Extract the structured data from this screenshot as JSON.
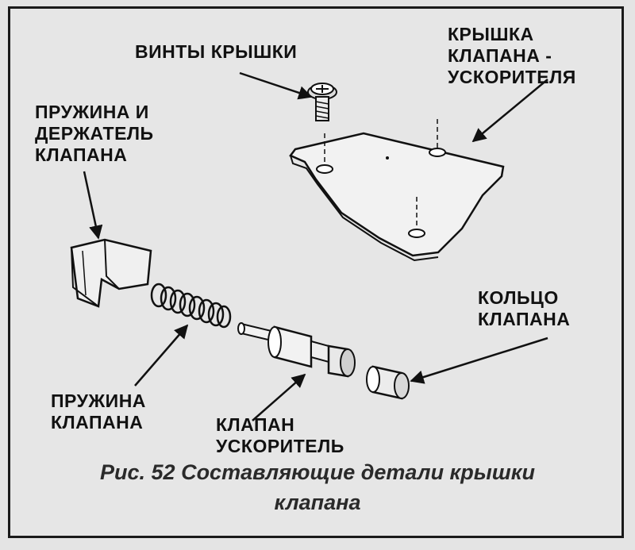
{
  "labels": {
    "cover_screws": "ВИНТЫ КРЫШКИ",
    "accelerator_valve_cover": "КРЫШКА\nКЛАПАНА -\nУСКОРИТЕЛЯ",
    "valve_spring_and_holder": "ПРУЖИНА И\nДЕРЖАТЕЛЬ\nКЛАПАНА",
    "valve_ring": "КОЛЬЦО\nКЛАПАНА",
    "valve_spring": "ПРУЖИНА\nКЛАПАНА",
    "accelerator_valve": "КЛАПАН\nУСКОРИТЕЛЬ"
  },
  "caption": {
    "line1": "Рис. 52 Составляющие детали крышки",
    "line2": "клапана"
  }
}
